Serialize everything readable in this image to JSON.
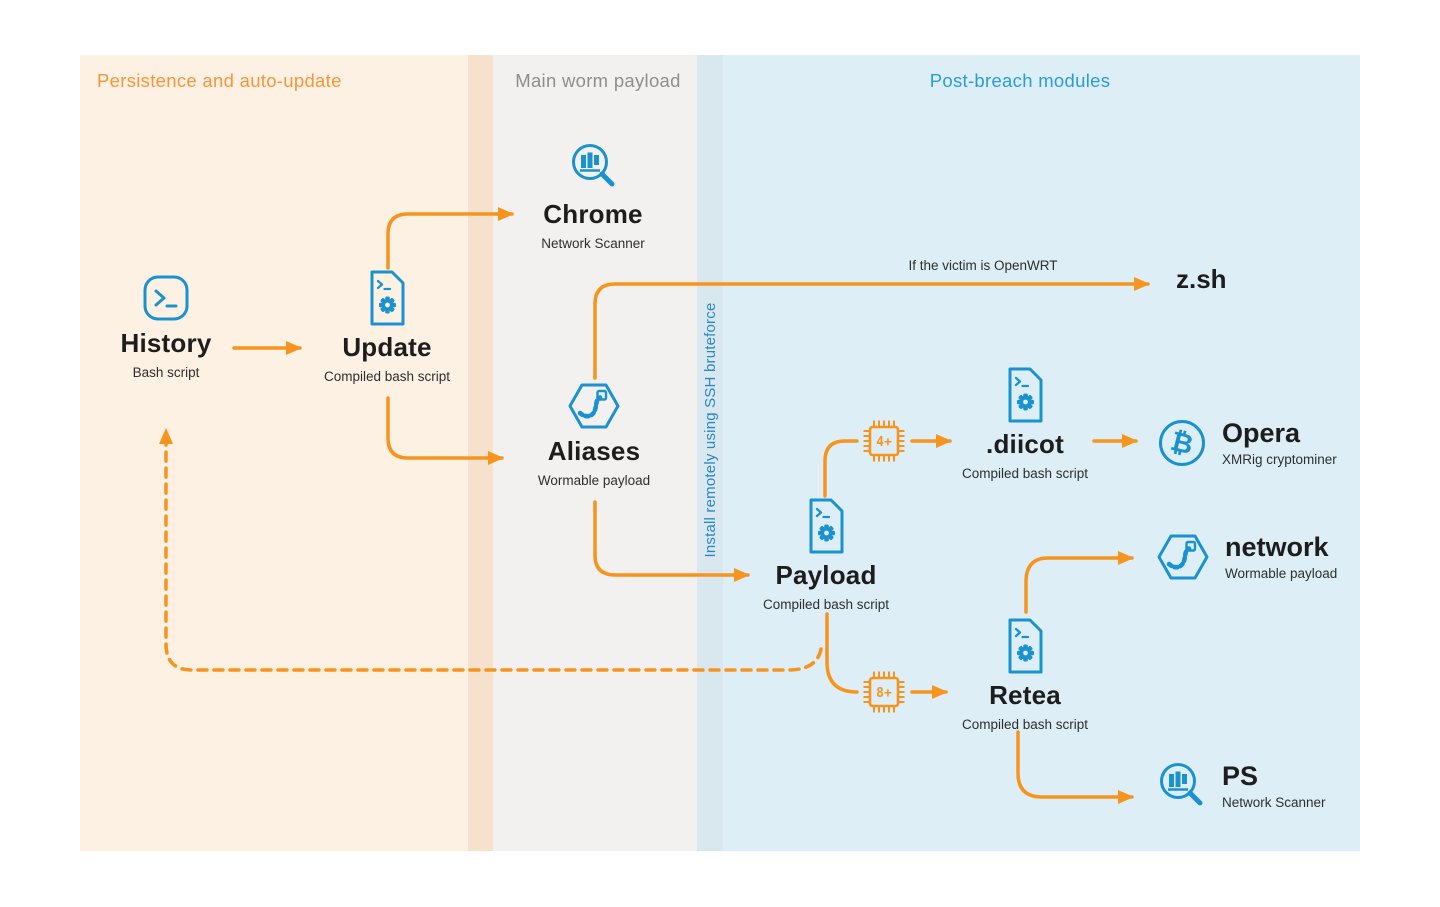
{
  "sections": [
    {
      "id": "persistence",
      "label": "Persistence and auto-update",
      "color": "#f7953d",
      "bg": "#fdf1e4"
    },
    {
      "id": "main-worm",
      "label": "Main worm payload",
      "color": "#8e8e8e",
      "bg": "#f2f1ef"
    },
    {
      "id": "post-breach",
      "label": "Post-breach modules",
      "color": "#2b9cd8",
      "bg": "#ddeef6"
    }
  ],
  "vertical_note": "Install remotely using SSH bruteforce",
  "edge_labels": {
    "openwrt": "If the victim is OpenWRT"
  },
  "nodes": {
    "history": {
      "label": "History",
      "sublabel": "Bash script",
      "icon": "terminal-icon"
    },
    "update": {
      "label": "Update",
      "sublabel": "Compiled bash script",
      "icon": "script-file-icon"
    },
    "chrome": {
      "label": "Chrome",
      "sublabel": "Network Scanner",
      "icon": "network-scanner-icon"
    },
    "aliases": {
      "label": "Aliases",
      "sublabel": "Wormable payload",
      "icon": "worm-hexagon-icon"
    },
    "zsh": {
      "label": "z.sh"
    },
    "payload": {
      "label": "Payload",
      "sublabel": "Compiled bash script",
      "icon": "script-file-icon"
    },
    "diicot": {
      "label": ".diicot",
      "sublabel": "Compiled bash script",
      "icon": "script-file-icon"
    },
    "opera": {
      "label": "Opera",
      "sublabel": "XMRig cryptominer",
      "icon": "bitcoin-cryptominer-icon"
    },
    "network": {
      "label": "network",
      "sublabel": "Wormable payload",
      "icon": "worm-hexagon-icon"
    },
    "retea": {
      "label": "Retea",
      "sublabel": "Compiled bash script",
      "icon": "script-file-icon"
    },
    "ps": {
      "label": "PS",
      "sublabel": "Network Scanner",
      "icon": "network-scanner-icon"
    }
  },
  "cpu_chips": {
    "chip_4plus": "4+",
    "chip_8plus": "8+"
  },
  "colors": {
    "arrow_orange": "#f7941e",
    "icon_blue": "#1a92d0",
    "header_orange": "#f7953d",
    "header_gray": "#8e8e8e",
    "header_blue": "#2b9cd8",
    "text_dark": "#1d1d1d"
  }
}
